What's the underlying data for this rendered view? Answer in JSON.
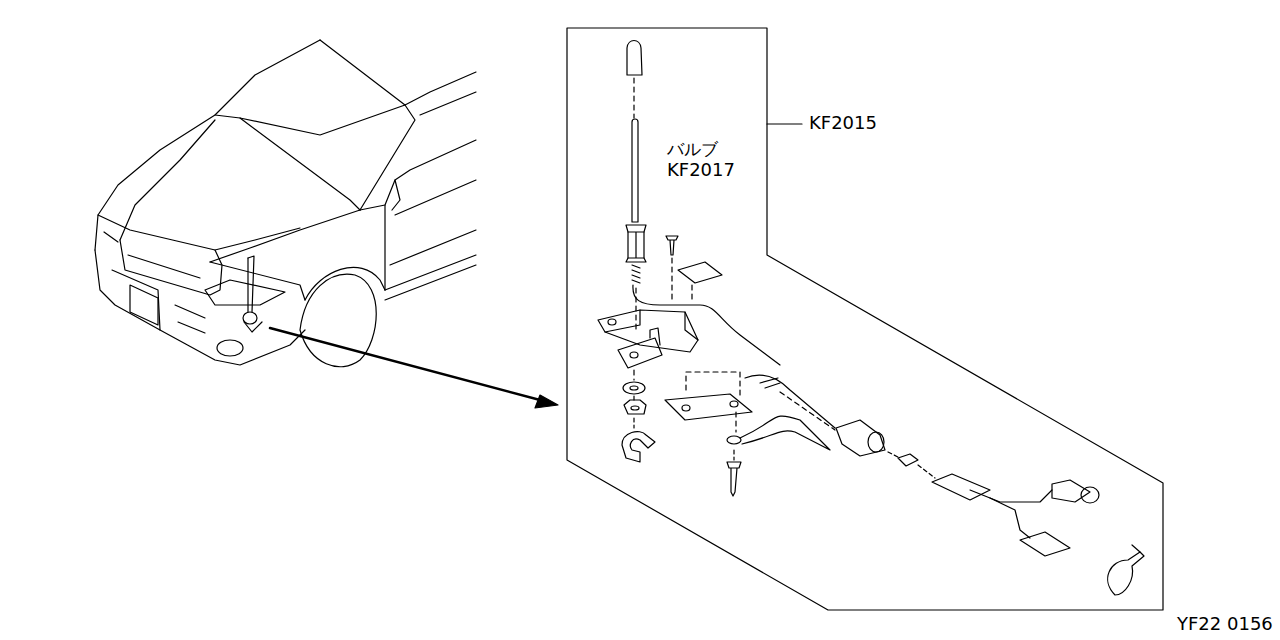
{
  "diagram": {
    "labels": [
      "KF2015",
      "バルブ",
      "KF2017",
      "YF22 0156"
    ]
  }
}
